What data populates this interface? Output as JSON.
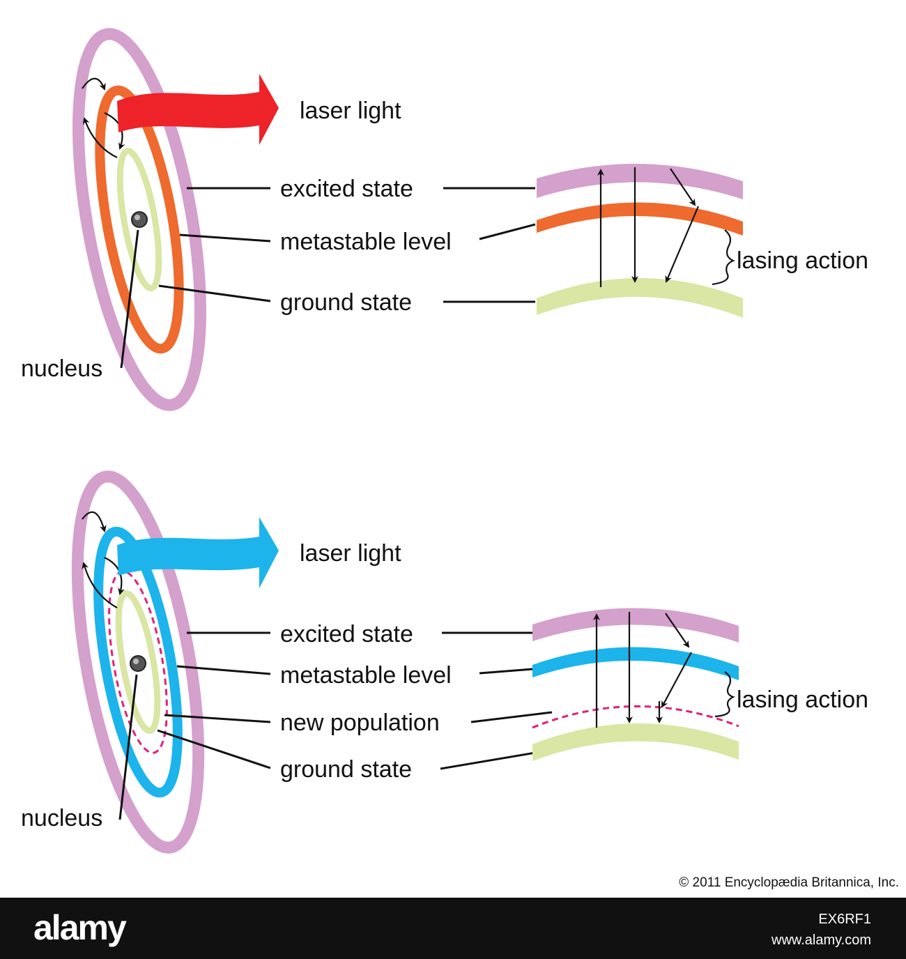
{
  "colors": {
    "excited": "#d4a0cc",
    "metastable_top": "#ee6a2e",
    "metastable_bottom": "#1cb4ea",
    "ground": "#d9e6a4",
    "new_population": "#e0207a",
    "laser_top": "#ee2229",
    "laser_bottom": "#1cb4ea"
  },
  "top_diagram": {
    "laser_label": "laser light",
    "excited_label": "excited state",
    "metastable_label": "metastable level",
    "ground_label": "ground state",
    "lasing_label": "lasing action",
    "nucleus_label": "nucleus"
  },
  "bottom_diagram": {
    "laser_label": "laser light",
    "excited_label": "excited state",
    "metastable_label": "metastable level",
    "new_population_label": "new population",
    "ground_label": "ground state",
    "lasing_label": "lasing action",
    "nucleus_label": "nucleus"
  },
  "copyright": "© 2011 Encyclopædia Britannica, Inc.",
  "footer": {
    "logo": "alamy",
    "image_id": "EX6RF1",
    "site": "www.alamy.com"
  }
}
